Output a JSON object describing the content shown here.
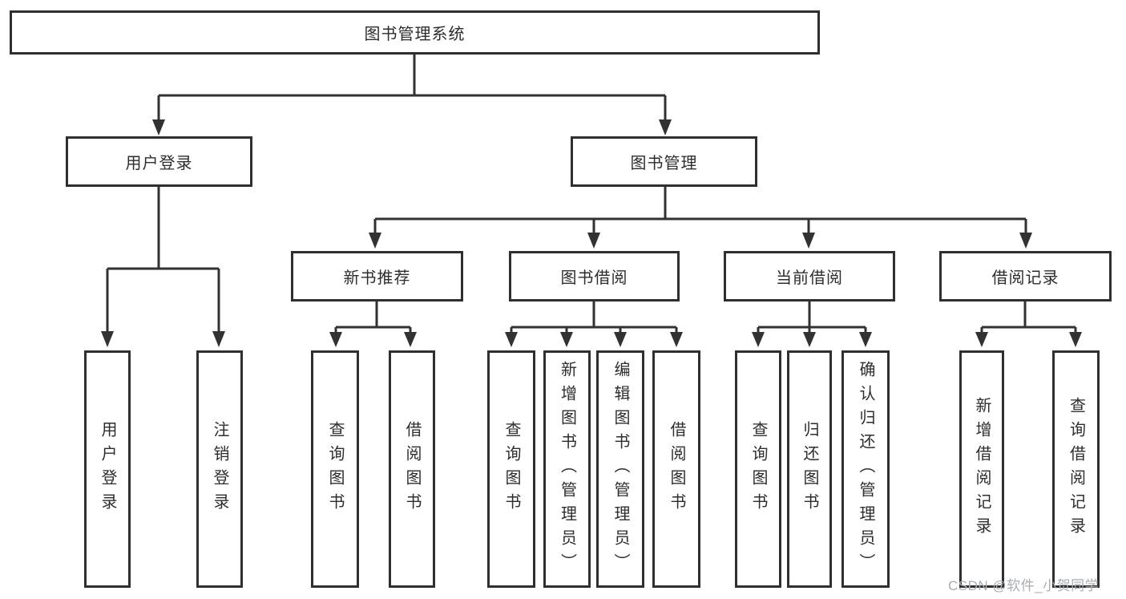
{
  "diagram_type": "hierarchy-tree",
  "colors": {
    "background": "#ffffff",
    "line": "#323232",
    "box_border": "#2f2f2f",
    "text": "#2d2d2d",
    "watermark": "#a8adb2"
  },
  "tree": {
    "label": "图书管理系统",
    "children": [
      {
        "label": "用户登录",
        "children": [
          {
            "label": "用户登录"
          },
          {
            "label": "注销登录"
          }
        ]
      },
      {
        "label": "图书管理",
        "children": [
          {
            "label": "新书推荐",
            "children": [
              {
                "label": "查询图书"
              },
              {
                "label": "借阅图书"
              }
            ]
          },
          {
            "label": "图书借阅",
            "children": [
              {
                "label": "查询图书"
              },
              {
                "label": "新增图书（管理员）"
              },
              {
                "label": "编辑图书（管理员）"
              },
              {
                "label": "借阅图书"
              }
            ]
          },
          {
            "label": "当前借阅",
            "children": [
              {
                "label": "查询图书"
              },
              {
                "label": "归还图书"
              },
              {
                "label": "确认归还（管理员）"
              }
            ]
          },
          {
            "label": "借阅记录",
            "children": [
              {
                "label": "新增借阅记录"
              },
              {
                "label": "查询借阅记录"
              }
            ]
          }
        ]
      }
    ]
  },
  "watermark": {
    "text": "CSDN @软件_小贺同学"
  }
}
